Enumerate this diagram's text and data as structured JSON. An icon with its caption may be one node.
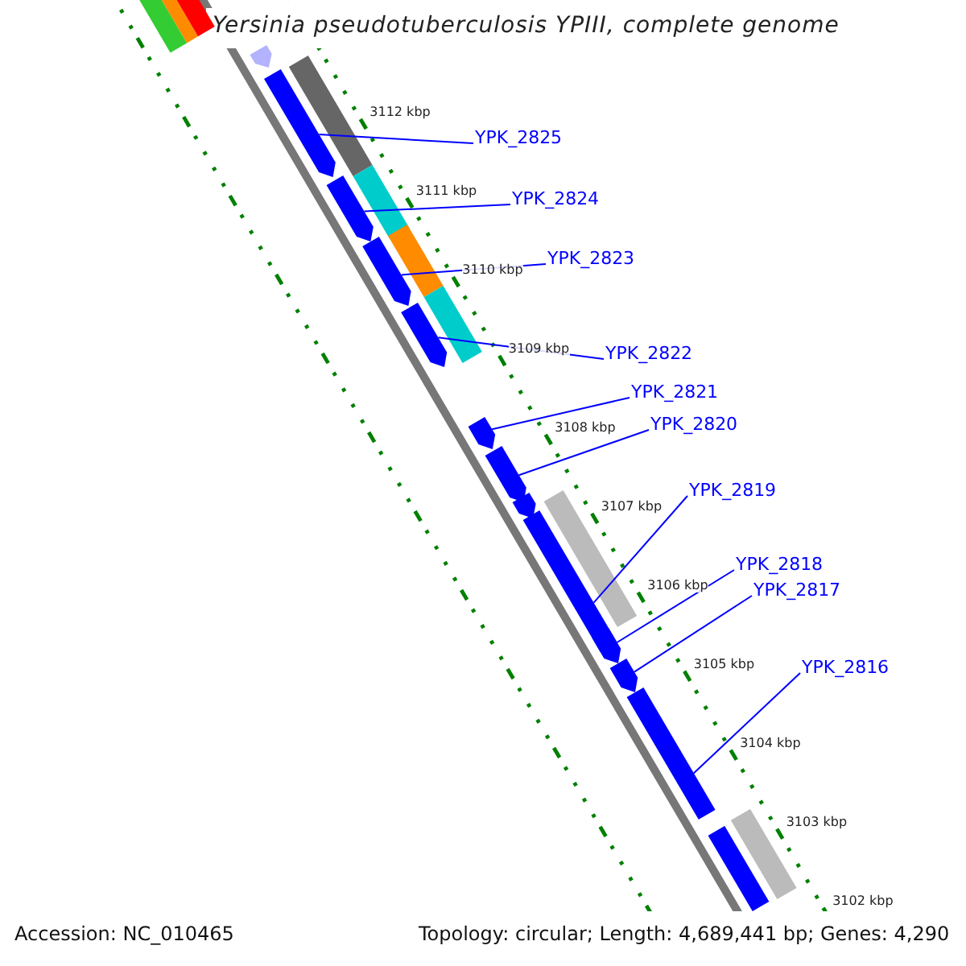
{
  "diagram": {
    "title": "Yersinia pseudotuberculosis YPIII, complete genome",
    "nodes": [
      {
        "text": [
          "YPK_2825"
        ]
      },
      {
        "text": [
          "YPK_2824"
        ]
      },
      {
        "text": [
          "YPK_2823"
        ]
      },
      {
        "text": [
          "YPK_2822"
        ]
      },
      {
        "text": [
          "YPK_2821"
        ]
      },
      {
        "text": [
          "YPK_2820"
        ]
      },
      {
        "text": [
          "YPK_2819"
        ]
      },
      {
        "text": [
          "YPK_2818"
        ]
      },
      {
        "text": [
          "YPK_2817"
        ]
      },
      {
        "text": [
          "YPK_2816"
        ]
      },
      {
        "text": [],
        "shape": "arrow"
      },
      {
        "text": [],
        "shape": "arrow"
      },
      {
        "text": [],
        "shape": "arrow"
      },
      {
        "text": [],
        "shape": "arrow"
      },
      {
        "text": [],
        "shape": "arrow"
      },
      {
        "text": [],
        "shape": "arrow"
      },
      {
        "text": [],
        "shape": "arrow"
      },
      {
        "text": [],
        "shape": "arrow"
      },
      {
        "text": [],
        "shape": "arrow"
      },
      {
        "text": [],
        "shape": "arrow"
      },
      {
        "text": [],
        "shape": "arrow"
      },
      {
        "text": [],
        "shape": "box"
      },
      {
        "text": [],
        "shape": "bar"
      },
      {
        "text": [],
        "shape": "bar"
      },
      {
        "text": [],
        "shape": "bar"
      },
      {
        "text": [],
        "shape": "bar"
      },
      {
        "text": [],
        "shape": "bar"
      },
      {
        "text": [],
        "shape": "bar"
      },
      {
        "text": [],
        "shape": "bar"
      },
      {
        "text": [],
        "shape": "bar"
      },
      {
        "text": [],
        "shape": "bar"
      },
      {
        "text": [],
        "shape": "bar"
      }
    ],
    "edges": [
      {
        "from": 0,
        "to": 11,
        "arrow": "none"
      },
      {
        "from": 1,
        "to": 12,
        "arrow": "none"
      },
      {
        "from": 2,
        "to": 13,
        "arrow": "none"
      },
      {
        "from": 3,
        "to": 14,
        "arrow": "none"
      },
      {
        "from": 4,
        "to": 15,
        "arrow": "none"
      },
      {
        "from": 5,
        "to": 16,
        "arrow": "none"
      },
      {
        "from": 6,
        "to": 18,
        "arrow": "none"
      },
      {
        "from": 7,
        "to": 19,
        "arrow": "none"
      },
      {
        "from": 8,
        "to": 20,
        "arrow": "none"
      },
      {
        "from": 9,
        "to": 21,
        "arrow": "none"
      }
    ],
    "labels": [
      "3112 kbp",
      "3111 kbp",
      "3110 kbp",
      "3109 kbp",
      "3108 kbp",
      "3107 kbp",
      "3106 kbp",
      "3105 kbp",
      "3104 kbp",
      "3103 kbp",
      "3102 kbp",
      "Accession: NC_010465",
      "Topology: circular; Length: 4,689,441 bp; Genes: 4,290"
    ]
  }
}
